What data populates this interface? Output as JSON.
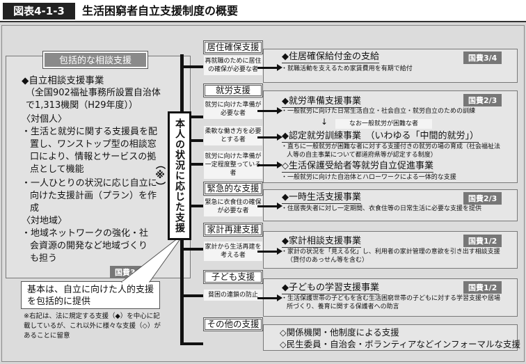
{
  "header": {
    "figure_number": "図表4-1-3",
    "title": "生活困窮者自立支援制度の概要"
  },
  "left_panel": {
    "heading": "包括的な相談支援",
    "program": "◆自立相談支援事業",
    "program_note": "（全国902福祉事務所設置自治体で1,313機関（H29年度））",
    "target_heading": "〈対個人〉",
    "target_items": [
      "・生活と就労に関する支援員を配置し、ワンストップ型の相談窓口により、情報とサービスの拠点として機能",
      "・一人ひとりの状況に応じ自立に向けた支援計画（プラン）を作成"
    ],
    "area_heading": "〈対地域〉",
    "area_items": [
      "・地域ネットワークの強化・社会資源の開発など地域づくりも担う"
    ],
    "funding": "国費3/4"
  },
  "center_label": "本人の状況に応じた支援（※）",
  "bubble": "基本は、自立に向けた人的支援を包括的に提供",
  "footnote": "※右記は、法に規定する支援（◆）を中心に記載しているが、これ以外に様々な支援（◇）があることに留意",
  "sections": [
    {
      "label": "居住確保支援",
      "funding": "国費3/4",
      "rows": [
        {
          "target": "再就職のために居住の確保が必要な者",
          "program": "◆住居確保給付金の支給",
          "desc": "・就職活動を支えるため家賃費用を有期で給付"
        }
      ]
    },
    {
      "label": "就労支援",
      "funding": "国費2/3",
      "note": "なお一般就労が困難な者",
      "rows": [
        {
          "target": "就労に向けた準備が必要な者",
          "program": "◆就労準備支援事業",
          "desc": "・一般就労に向けた日常生活自立・社会自立・就労自立のための訓練"
        },
        {
          "target": "柔軟な働き方を必要とする者",
          "program": "◆認定就労訓練事業　（いわゆる「中間的就労」）",
          "desc": "・直ちに一般就労が困難な者に対する支援付きの就労の場の育成（社会福祉法人等の自主事業について都道府県等が認定する制度）"
        },
        {
          "target": "就労に向けた準備が一定程度整っている者",
          "program": "◇生活保護受給者等就労自立促進事業",
          "desc": "・一般就労に向けた自治体とハローワークによる一体的な支援"
        }
      ]
    },
    {
      "label": "緊急的な支援",
      "funding": "国費2/3",
      "rows": [
        {
          "target": "緊急に衣食住の確保が必要な者",
          "program": "◆一時生活支援事業",
          "desc": "・住居喪失者に対し一定期間、衣食住等の日常生活に必要な支援を提供"
        }
      ]
    },
    {
      "label": "家計再建支援",
      "funding": "国費1/2",
      "rows": [
        {
          "target": "家計から生活再建を考える者",
          "program": "◆家計相談支援事業",
          "desc": "・家計の状況を「見える化」し、利用者の家計管理の意欲を引き出す相談支援（貸付のあっせん等を含む）"
        }
      ]
    },
    {
      "label": "子ども支援",
      "funding": "国費1/2",
      "rows": [
        {
          "target": "貧困の連鎖の防止",
          "program": "◆子どもの学習支援事業",
          "desc": "・生活保護世帯の子どもを含む生活困窮世帯の子どもに対する学習支援や居場所づくり、養育に関する保護者への助言"
        }
      ]
    },
    {
      "label": "その他の支援",
      "rows": [
        {
          "program": "◇関係機関・他制度による支援"
        },
        {
          "program": "◇民生委員・自治会・ボランティアなどインフォーマルな支援"
        }
      ]
    }
  ]
}
